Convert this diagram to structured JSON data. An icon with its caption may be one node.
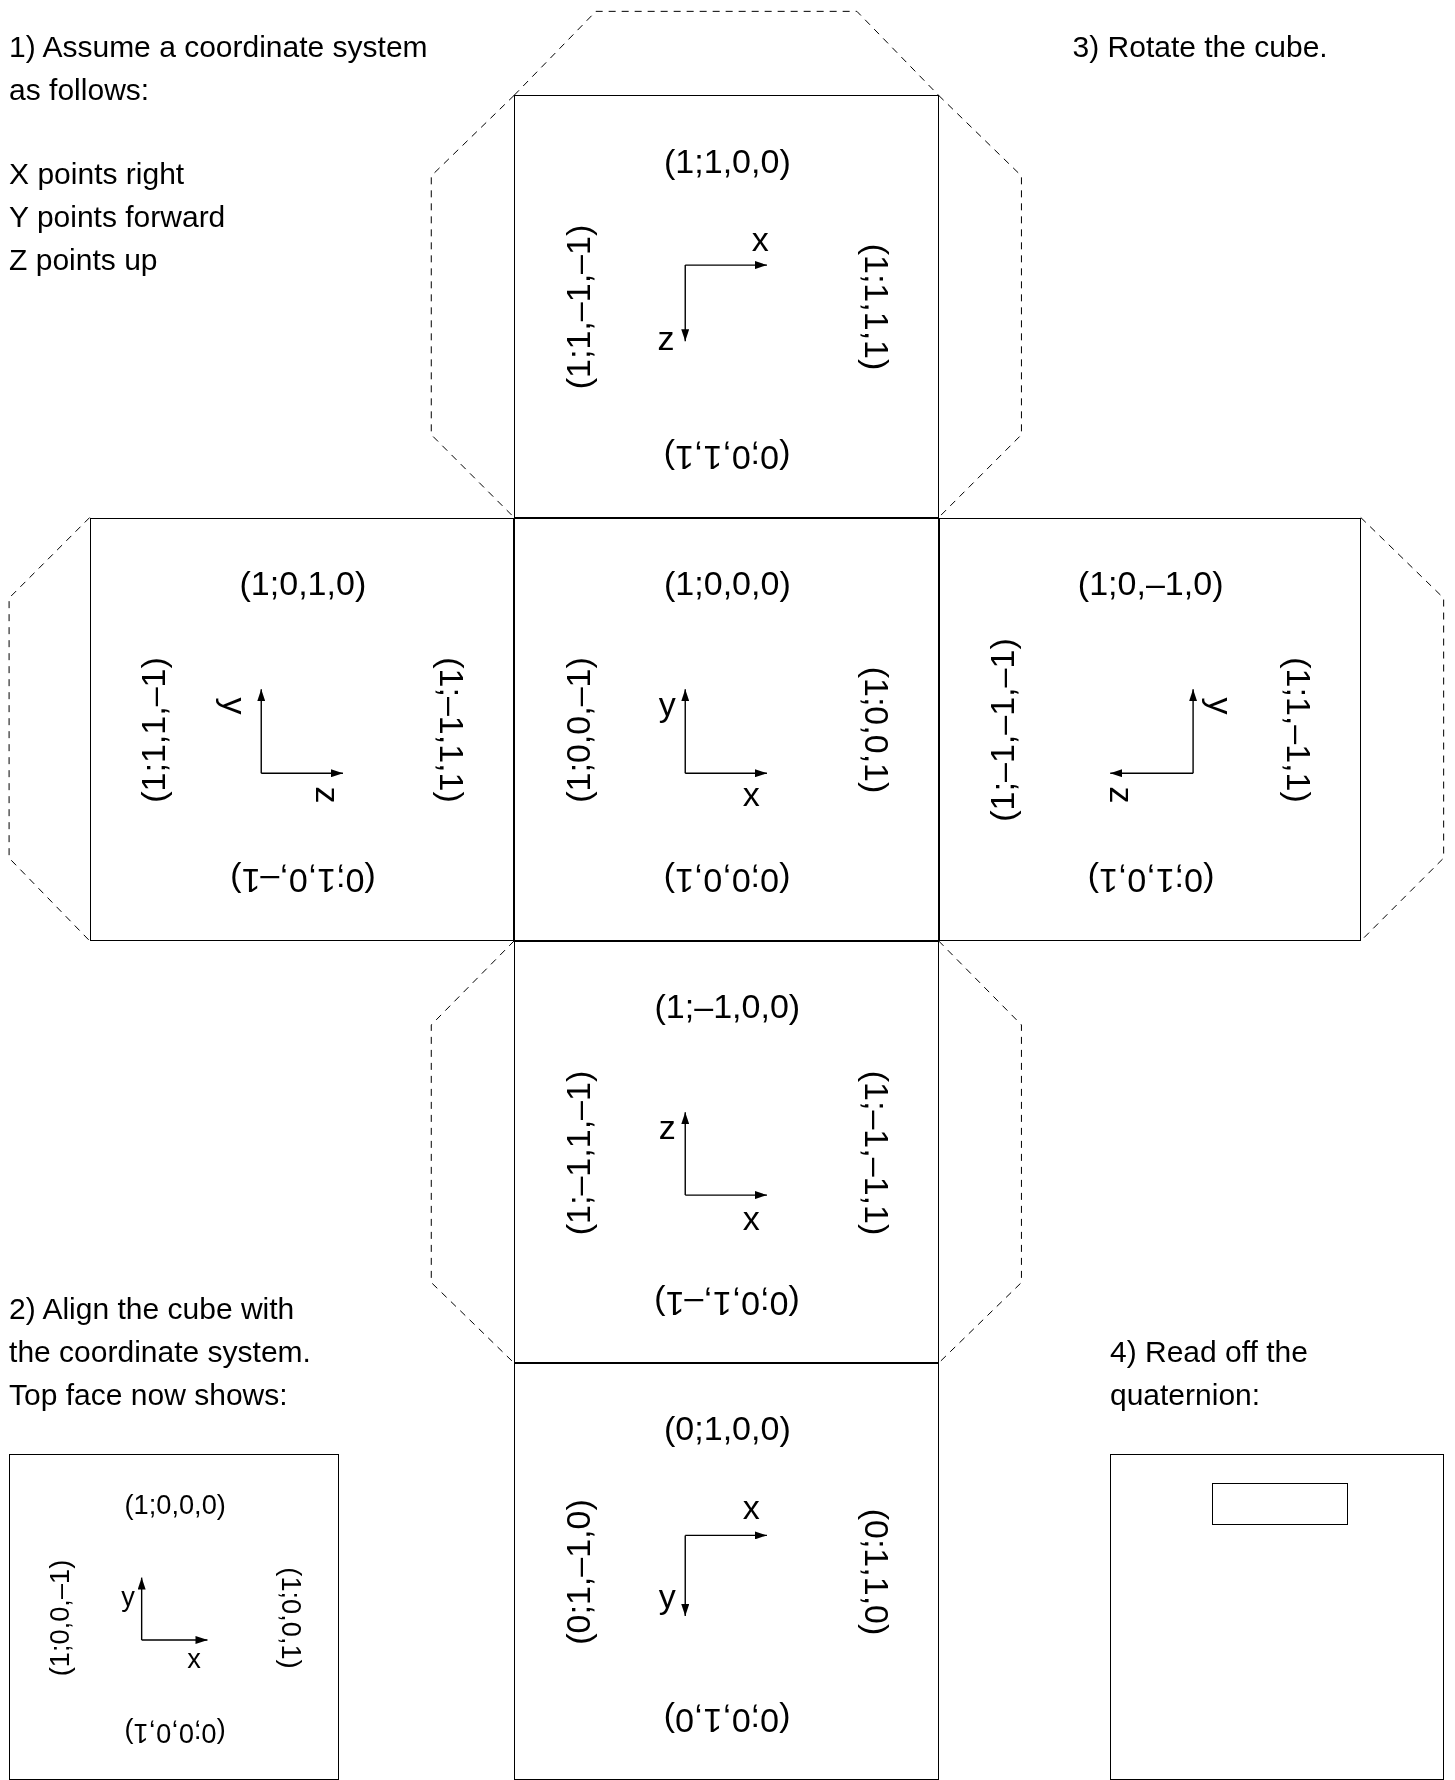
{
  "diagram": {
    "nodes": [
      {
        "text": [
          "(1;1,0,0)",
          "(1;1,–1,–1)",
          "(1;1,1,1)",
          "(0;0,1,1)",
          "x",
          "z"
        ]
      },
      {
        "text": [
          "(1;0,1,0)",
          "(1;1,1,–1)",
          "(1;–1,1,1)",
          "(0;1,0,–1)",
          "y",
          "z"
        ]
      },
      {
        "text": [
          "(1;0,0,0)",
          "(1;0,0,–1)",
          "(1;0,0,1)",
          "(0;0,0,1)",
          "y",
          "x"
        ]
      },
      {
        "text": [
          "(1;0,–1,0)",
          "(1;–1,–1,–1)",
          "(1;1,–1,1)",
          "(0;1,0,1)",
          "y",
          "z"
        ]
      },
      {
        "text": [
          "(1;–1,0,0)",
          "(1;–1,1,–1)",
          "(1;–1,–1,1)",
          "(0;0,1,–1)",
          "z",
          "x"
        ]
      },
      {
        "text": [
          "(0;1,0,0)",
          "(0;1,–1,0)",
          "(0;1,1,0)",
          "(0;0,1,0)",
          "x",
          "y"
        ]
      },
      {
        "text": [
          "(1;0,0,0)",
          "(1;0,0,–1)",
          "(1;0,0,1)",
          "(0;0,0,1)",
          "y",
          "x"
        ]
      },
      {
        "text": [],
        "shape": "box"
      },
      {
        "text": [],
        "shape": "box",
        "in": 7
      }
    ],
    "labels": [
      "1) Assume a coordinate system as follows:",
      "X points right",
      "Y points forward",
      "Z points up",
      "3) Rotate the cube.",
      "2) Align the cube with the coordinate system. Top face now shows:",
      "4) Read off the quaternion:"
    ]
  }
}
